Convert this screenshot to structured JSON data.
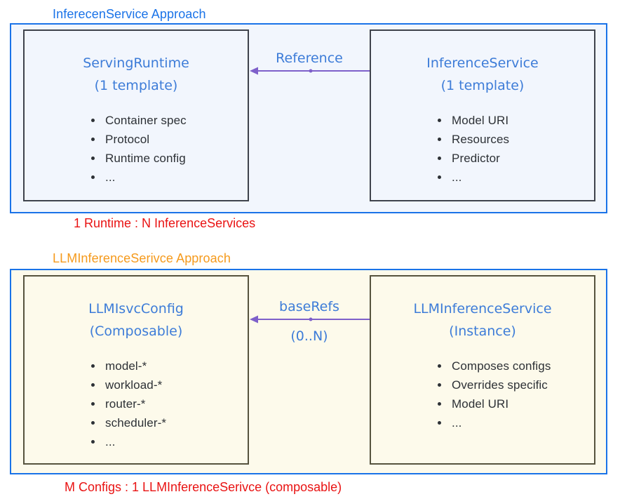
{
  "sections": [
    {
      "title": "InferecenService Approach",
      "left_box": {
        "title": "ServingRuntime",
        "subtitle": "(1 template)",
        "items": [
          "Container spec",
          "Protocol",
          "Runtime config",
          "..."
        ]
      },
      "arrow": {
        "label": "Reference",
        "sublabel": ""
      },
      "right_box": {
        "title": "InferenceService",
        "subtitle": "(1 template)",
        "items": [
          "Model URI",
          "Resources",
          "Predictor",
          "..."
        ]
      },
      "caption": "1 Runtime : N InferenceServices"
    },
    {
      "title": "LLMInferenceSerivce Approach",
      "left_box": {
        "title": "LLMIsvcConfig",
        "subtitle": "(Composable)",
        "items": [
          "model-*",
          "workload-*",
          "router-*",
          "scheduler-*",
          "..."
        ]
      },
      "arrow": {
        "label": "baseRefs",
        "sublabel": "(0..N)"
      },
      "right_box": {
        "title": "LLMInferenceService",
        "subtitle": "(Instance)",
        "items": [
          "Composes configs",
          "Overrides specific",
          "Model URI",
          "..."
        ]
      },
      "caption": "M Configs : 1 LLMInferenceSerivce (composable)"
    }
  ],
  "colors": {
    "header-blue": "#1a73e8",
    "orange": "#f59a1c",
    "red": "#e91313",
    "box-title-blue": "#3d7cd8",
    "purple": "#7e60ca",
    "outer-border": "#1a73e8",
    "panel1-bg": "#f2f6fd",
    "panel1-border-inner": "#3f434c",
    "panel2-bg": "#fdfaeb",
    "panel2-border-inner": "#56533e",
    "text-dark": "#2d3136"
  }
}
